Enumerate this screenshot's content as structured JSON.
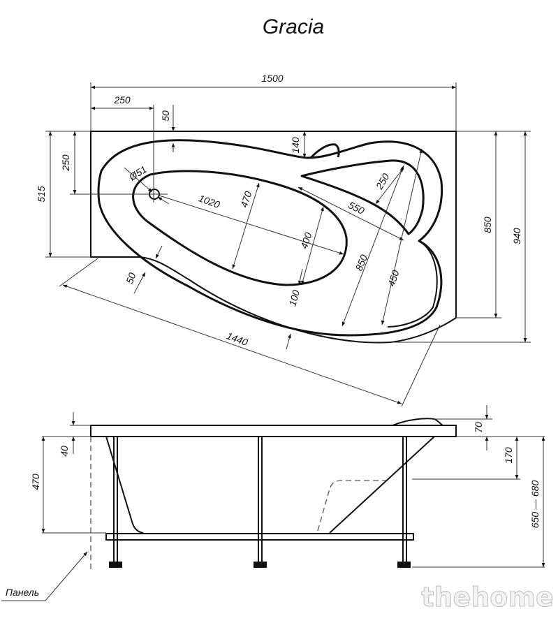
{
  "title": "Gracia",
  "top_view": {
    "overall_length": "1500",
    "left_offset": "250",
    "top_rim": "50",
    "headrest_offset": "140",
    "left_drain_offset": "250",
    "left_width": "515",
    "drain_diameter": "Ø51",
    "basin_length": "1020",
    "basin_width_1": "470",
    "basin_width_2": "400",
    "seat_length": "550",
    "seat_width": "250",
    "diagonal_depth": "850",
    "right_inner": "450",
    "bottom_rim": "100",
    "side_rim": "50",
    "diagonal_length": "1440",
    "right_depth": "850",
    "total_depth": "940"
  },
  "side_view": {
    "headrest_height": "70",
    "rim_thickness": "40",
    "seat_depth": "170",
    "tub_depth": "470",
    "total_height": "650 — 680",
    "panel_label": "Панель"
  },
  "watermark": "thehome"
}
